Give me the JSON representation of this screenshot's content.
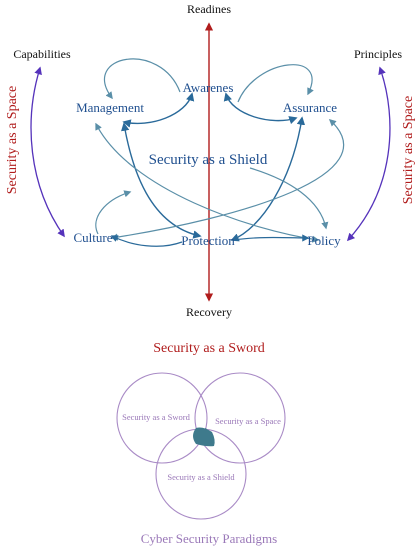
{
  "axis": {
    "top": "Readines",
    "bottom": "Recovery"
  },
  "corners": {
    "left": "Capabilities",
    "right": "Principles"
  },
  "side_labels": {
    "left": "Security as a Space",
    "right": "Security as a Space"
  },
  "nodes": {
    "awareness": "Awarenes",
    "management": "Management",
    "assurance": "Assurance",
    "culture": "Culture",
    "protection": "Protection",
    "policy": "Policy"
  },
  "center_title": "Security as a Shield",
  "sword_title": "Security as a Sword",
  "venn": {
    "sword": "Security as a Sword",
    "space": "Security as a Space",
    "shield": "Security as a Shield",
    "caption": "Cyber Security Paradigms"
  },
  "colors": {
    "axis": "#b01c1c",
    "node_text": "#1f4f8f",
    "arrow": "#4a86a8",
    "side_arrow": "#5533bb",
    "venn_stroke": "#a98bc6",
    "venn_text": "#9a78b8",
    "overlap_fill": "#3e7a8c"
  }
}
